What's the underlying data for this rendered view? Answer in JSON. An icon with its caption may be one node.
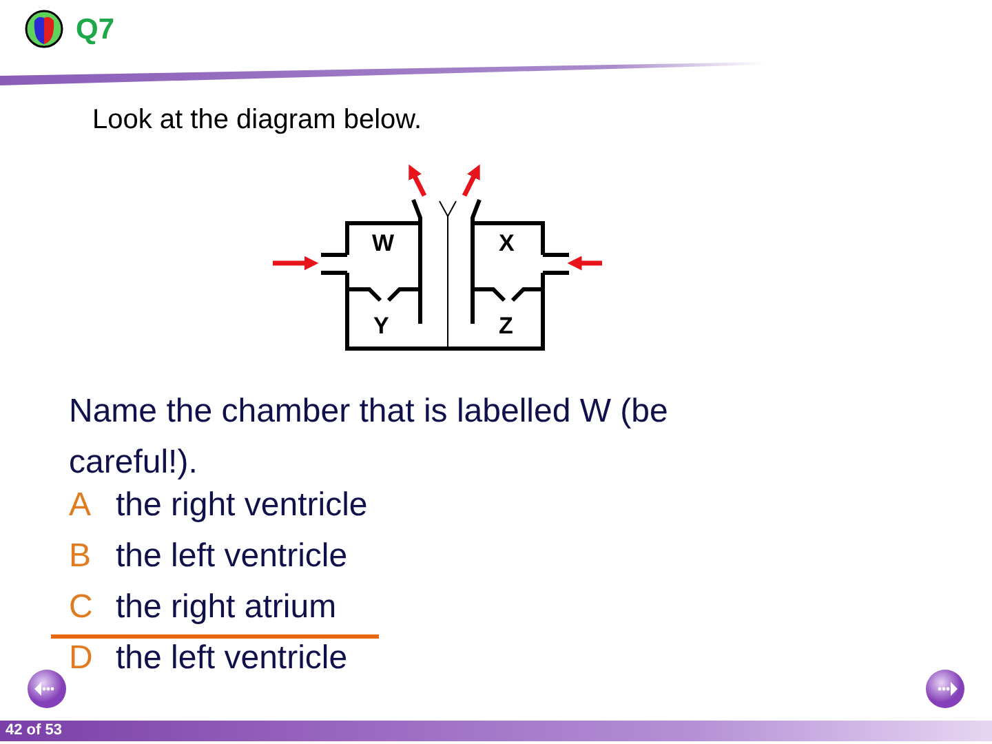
{
  "diagram": {
    "title": "Q7",
    "labels": [
      "Look at the diagram below.",
      "W",
      "X",
      "Y",
      "Z",
      "Name the chamber that is labelled W (be careful!).",
      "A",
      "the right ventricle",
      "B",
      "the left ventricle",
      "C",
      "the right atrium",
      "D",
      "the left ventricle",
      "42 of 53"
    ]
  }
}
